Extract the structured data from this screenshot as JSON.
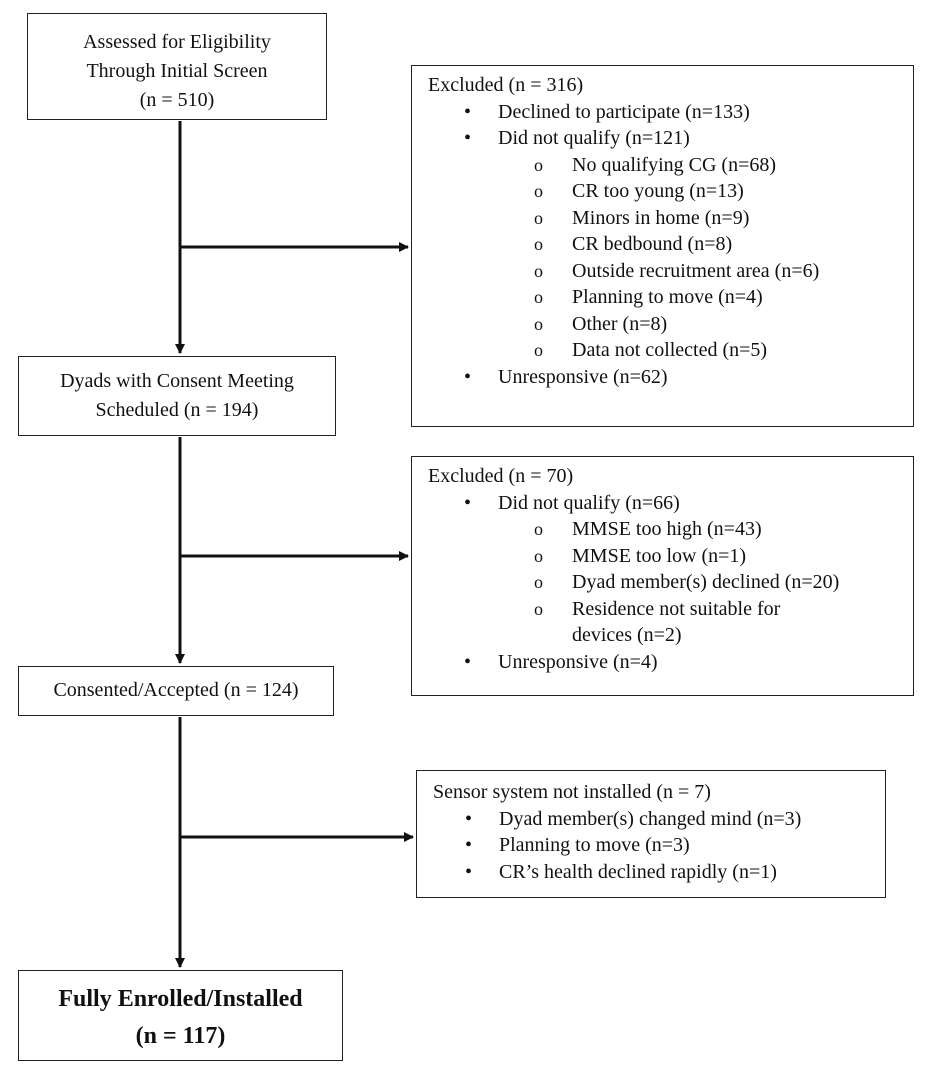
{
  "main": {
    "step1": [
      "Assessed for Eligibility",
      "Through Initial Screen",
      "(n = 510)"
    ],
    "step2": [
      "Dyads with Consent Meeting",
      "Scheduled (n = 194)"
    ],
    "step3": "Consented/Accepted (n = 124)",
    "step4": [
      "Fully Enrolled/Installed",
      "(n = 117)"
    ]
  },
  "exclusion1": {
    "title": "Excluded (n = 316)",
    "items": [
      "Declined to participate (n=133)",
      "Did not qualify (n=121)",
      "Unresponsive (n=62)"
    ],
    "subitems": [
      "No qualifying CG (n=68)",
      "CR too young (n=13)",
      "Minors in home (n=9)",
      "CR bedbound (n=8)",
      "Outside recruitment area (n=6)",
      "Planning to move (n=4)",
      "Other (n=8)",
      "Data not collected (n=5)"
    ]
  },
  "exclusion2": {
    "title": "Excluded (n = 70)",
    "items": [
      "Did not qualify (n=66)",
      "Unresponsive (n=4)"
    ],
    "subitems": [
      "MMSE too high (n=43)",
      "MMSE too low (n=1)",
      "Dyad member(s) declined (n=20)",
      "Residence not suitable for",
      "devices (n=2)"
    ]
  },
  "exclusion3": {
    "title": "Sensor system not installed (n = 7)",
    "items": [
      "Dyad member(s) changed mind (n=3)",
      "Planning to move (n=3)",
      "CR’s health declined rapidly (n=1)"
    ]
  }
}
